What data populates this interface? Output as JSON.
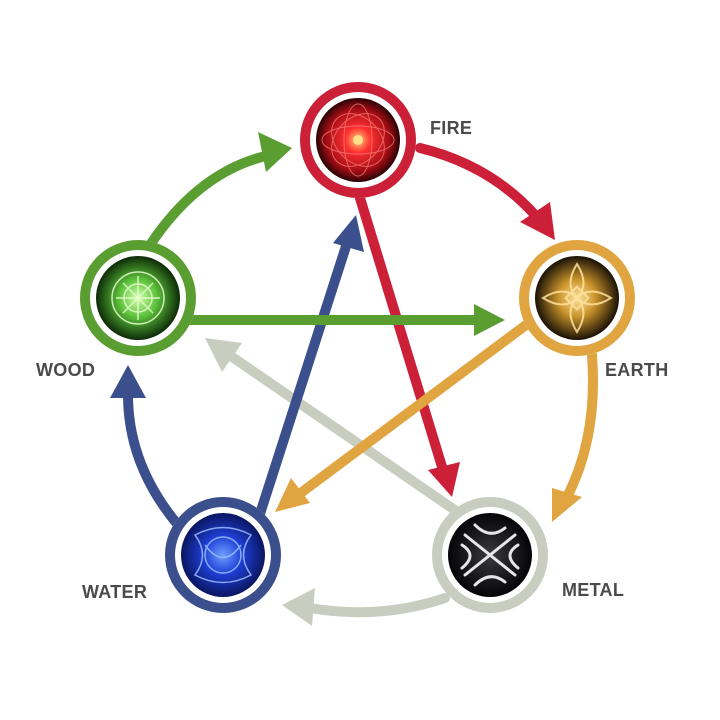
{
  "elements": {
    "fire": {
      "label": "FIRE",
      "color": "#cc1f38"
    },
    "earth": {
      "label": "EARTH",
      "color": "#e0a541"
    },
    "metal": {
      "label": "METAL",
      "color": "#c8cdbf"
    },
    "water": {
      "label": "WATER",
      "color": "#3a4f8c"
    },
    "wood": {
      "label": "WOOD",
      "color": "#5a9e32"
    }
  },
  "colors": {
    "fire_core": "#d41a1a",
    "earth_core": "#b88a20",
    "metal_core": "#0e0e10",
    "water_core": "#1a3fbf",
    "wood_core": "#5dc43a"
  }
}
